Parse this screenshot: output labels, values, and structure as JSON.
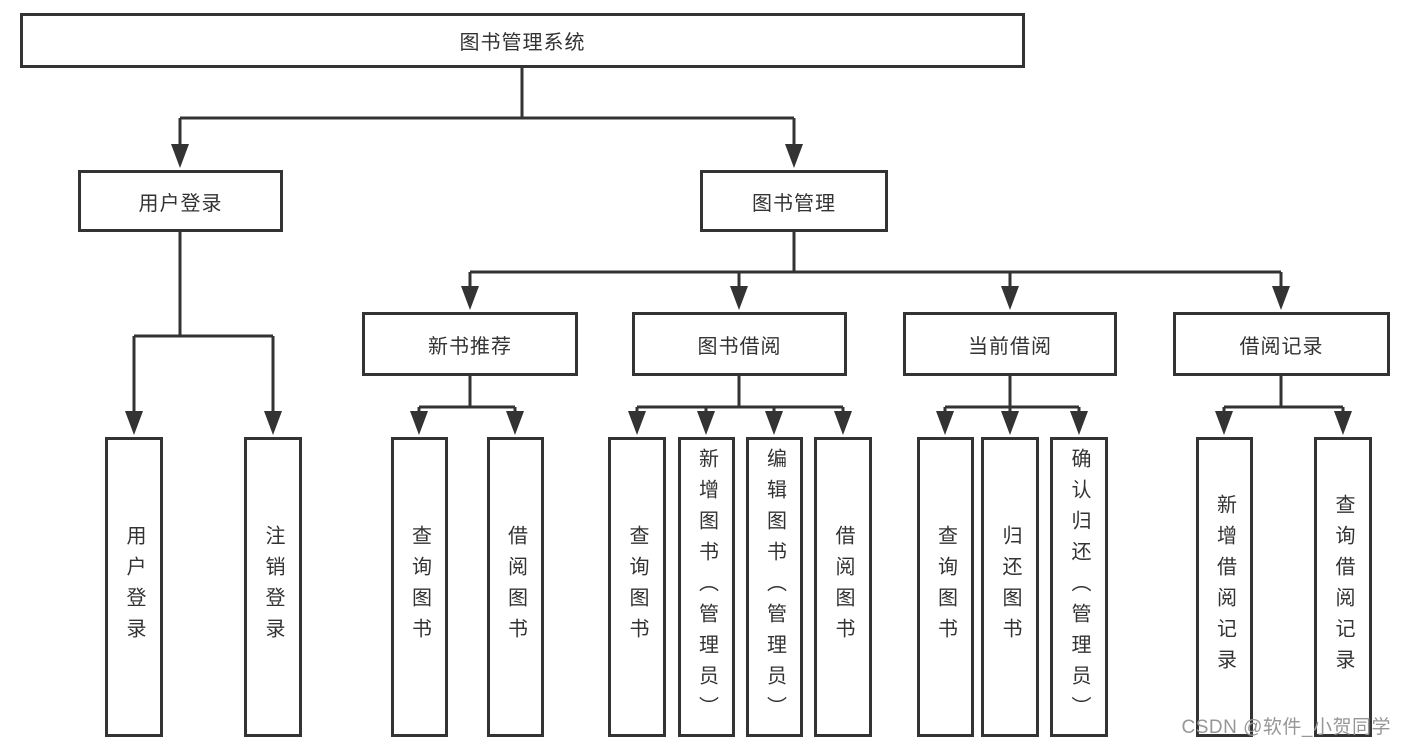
{
  "tree": {
    "label": "图书管理系统",
    "children": [
      {
        "label": "用户登录",
        "children": [
          {
            "label": "用户登录"
          },
          {
            "label": "注销登录"
          }
        ]
      },
      {
        "label": "图书管理",
        "children": [
          {
            "label": "新书推荐",
            "children": [
              {
                "label": "查询图书"
              },
              {
                "label": "借阅图书"
              }
            ]
          },
          {
            "label": "图书借阅",
            "children": [
              {
                "label": "查询图书"
              },
              {
                "label": "新增图书（管理员）"
              },
              {
                "label": "编辑图书（管理员）"
              },
              {
                "label": "借阅图书"
              }
            ]
          },
          {
            "label": "当前借阅",
            "children": [
              {
                "label": "查询图书"
              },
              {
                "label": "归还图书"
              },
              {
                "label": "确认归还（管理员）"
              }
            ]
          },
          {
            "label": "借阅记录",
            "children": [
              {
                "label": "新增借阅记录"
              },
              {
                "label": "查询借阅记录"
              }
            ]
          }
        ]
      }
    ]
  },
  "watermark": {
    "text": "CSDN @软件_小贺同学"
  },
  "colors": {
    "line": "#333333",
    "text": "#333333",
    "box_background": "#ffffff",
    "page_background": "#ffffff",
    "watermark": "#979797"
  }
}
